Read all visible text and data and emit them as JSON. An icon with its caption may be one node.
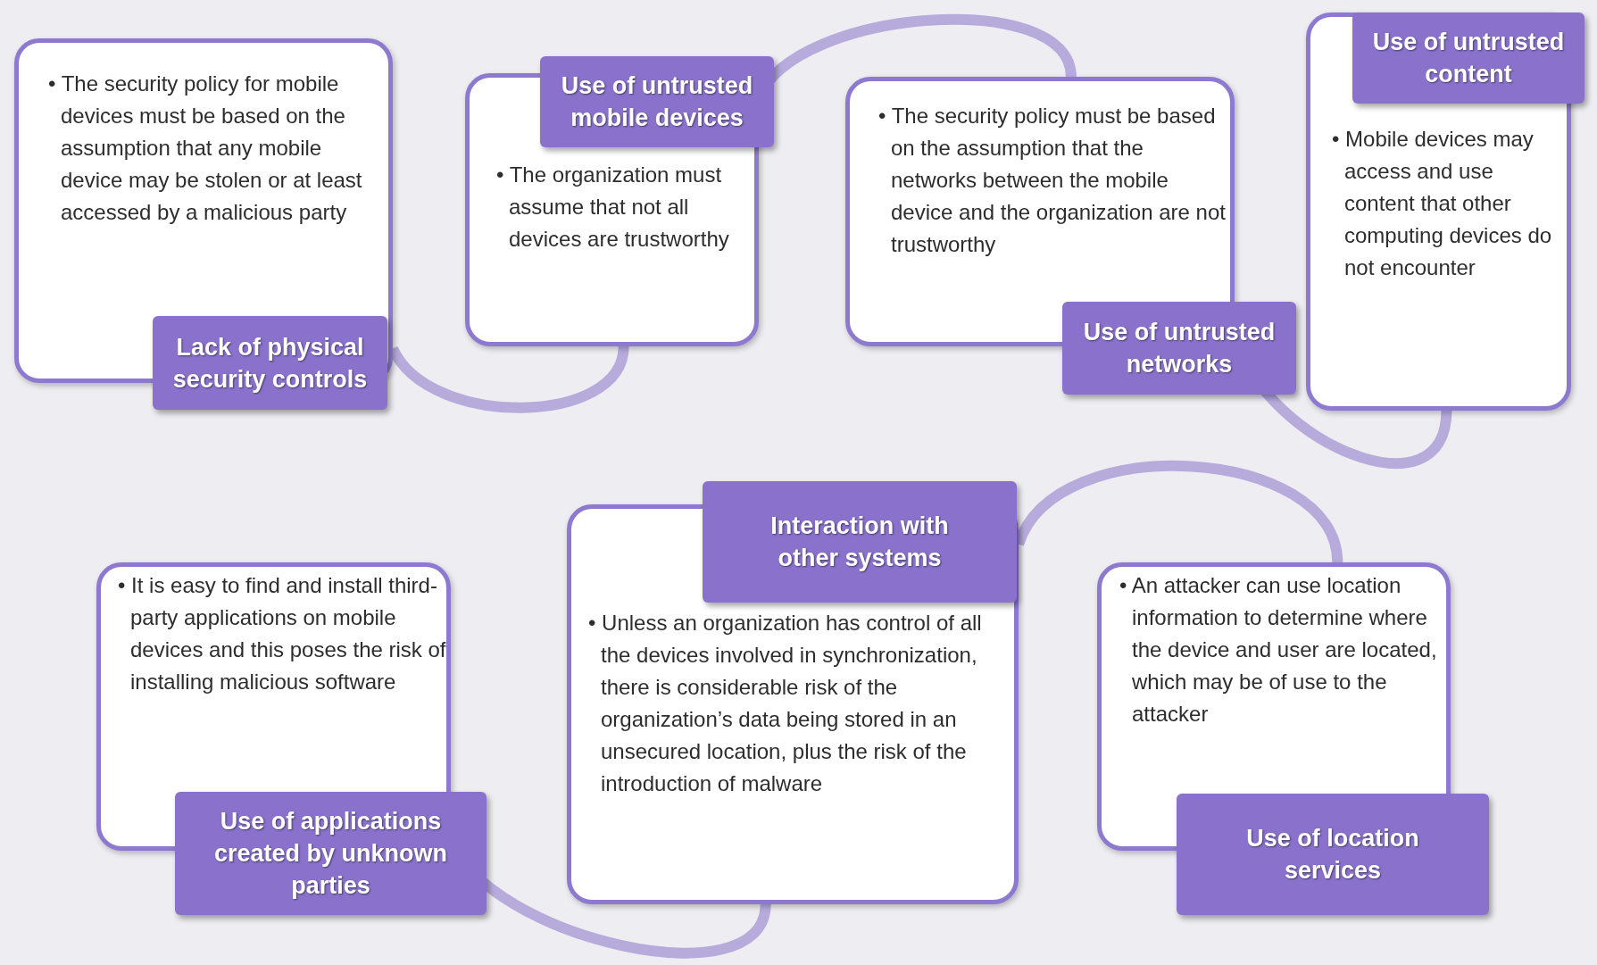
{
  "diagram": {
    "nodes": [
      {
        "text": [
          "• The security policy for mobile devices must be based on the assumption that any mobile device may be stolen or at least accessed by a malicious party",
          "Lack of physical security controls"
        ]
      },
      {
        "text": [
          "Use of untrusted mobile devices",
          "• The organization must assume that not all devices are trustworthy"
        ]
      },
      {
        "text": [
          "• The security policy must be based on the assumption that the networks between the mobile device and the organization are not trustworthy",
          "Use of untrusted networks"
        ]
      },
      {
        "text": [
          "Use of untrusted content",
          "• Mobile devices may access and use content that other computing devices do not encounter"
        ]
      },
      {
        "text": [
          "• It is easy to find and install third-party applications on mobile devices and this poses the risk of installing malicious software",
          "Use of applications created by unknown parties"
        ]
      },
      {
        "text": [
          "Interaction with other systems",
          "• Unless an organization has control of all the devices involved in synchronization, there is considerable risk of the organization’s data being stored in an unsecured location, plus the risk of the introduction of malware"
        ]
      },
      {
        "text": [
          "• An attacker can use location information to determine where the device and user are located, which may be of use to the attacker",
          "Use of location services"
        ]
      }
    ],
    "edges": [
      {
        "from": 0,
        "to": 1,
        "arrow": "none"
      },
      {
        "from": 1,
        "to": 2,
        "arrow": "none"
      },
      {
        "from": 2,
        "to": 3,
        "arrow": "none"
      },
      {
        "from": 4,
        "to": 5,
        "arrow": "none"
      },
      {
        "from": 5,
        "to": 6,
        "arrow": "none"
      }
    ]
  }
}
